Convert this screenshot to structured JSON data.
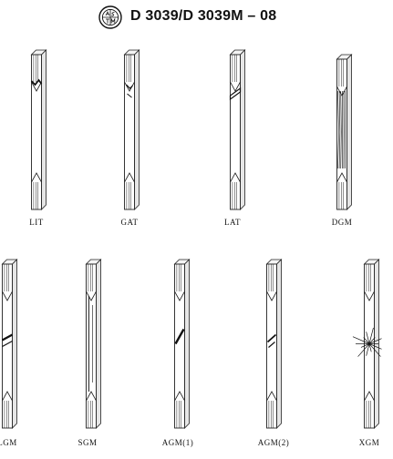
{
  "document": {
    "standard_designation": "D 3039/D 3039M – 08",
    "logo_icon": "astm-logo-icon"
  },
  "failure_modes": {
    "row1": [
      "LIT",
      "GAT",
      "LAT",
      "DGM"
    ],
    "row2": [
      "LGM",
      "SGM",
      "AGM(1)",
      "AGM(2)",
      "XGM"
    ]
  }
}
